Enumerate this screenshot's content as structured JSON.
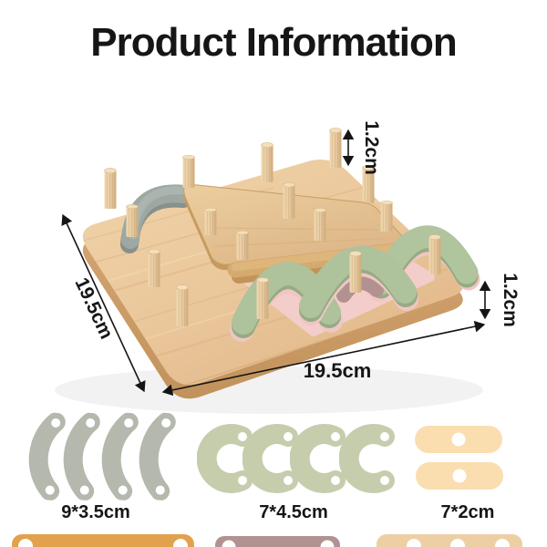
{
  "title": "Product Information",
  "annotations": {
    "peg_height": "1.2cm",
    "board_thickness": "1.2cm",
    "board_depth": "19.5cm",
    "board_width": "19.5cm"
  },
  "pieces": [
    {
      "name": "gray arc",
      "count": 4,
      "size": "9*3.5cm",
      "color": "#b5b8ac"
    },
    {
      "name": "green arc",
      "count": 4,
      "size": "7*4.5cm",
      "color": "#c6cdad"
    },
    {
      "name": "yellow bar",
      "count": 2,
      "size": "7*2cm",
      "color": "#fadeb0"
    }
  ],
  "partial_pieces": [
    {
      "name": "orange bar",
      "color": "#e2a24d"
    },
    {
      "name": "mauve bar",
      "color": "#b29191"
    },
    {
      "name": "tan bar",
      "color": "#eccfa3"
    }
  ],
  "photo_colors": {
    "board": "#eac79b",
    "board_side": "#d2a26f",
    "peg": "#e8cba3",
    "gray_piece": "#9ea8a3",
    "plate": "#e2bd8e",
    "bar": "#d4aa6e",
    "pink_mat": "#f3cdc9",
    "green_arch": "#aec29c",
    "pink_arc": "#f0c6c4"
  }
}
